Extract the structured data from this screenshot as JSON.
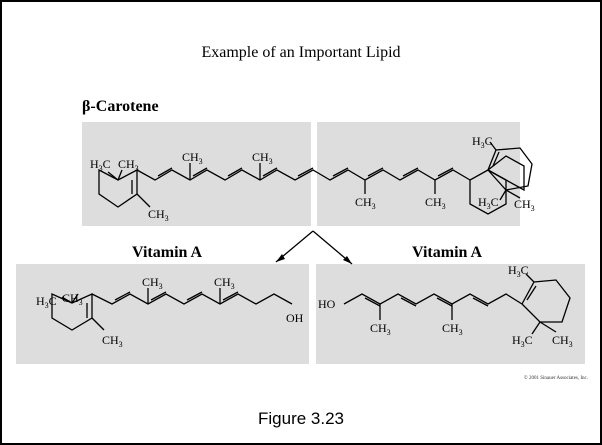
{
  "title": "Example of an Important Lipid",
  "beta_carotene": {
    "name": "β-Carotene",
    "groups": {
      "h3c_left": "H3C",
      "ch3_ring_top": "CH3",
      "ch3_ring_bottom": "CH3",
      "ch3_chain_1": "CH3",
      "ch3_chain_2": "CH3",
      "ch3_chain_3": "CH3",
      "ch3_chain_4": "CH3",
      "h3c_right_ring_top": "H3C",
      "h3c_right_ring_bottom": "H3C",
      "ch3_right_ring_bottom": "CH3"
    }
  },
  "vitamin_a_left": {
    "name": "Vitamin A",
    "groups": {
      "h3c": "H3C",
      "ch3_ring_top": "CH3",
      "ch3_ring_bottom": "CH3",
      "ch3_chain_1": "CH3",
      "ch3_chain_2": "CH3",
      "oh": "OH"
    }
  },
  "vitamin_a_right": {
    "name": "Vitamin A",
    "groups": {
      "ho": "HO",
      "ch3_chain_1": "CH3",
      "ch3_chain_2": "CH3",
      "h3c_ring_top": "H3C",
      "h3c_ring_bottom": "H3C",
      "ch3_ring_bottom": "CH3"
    }
  },
  "copyright": "© 2001 Sinauer Associates, Inc.",
  "caption": "Figure 3.23",
  "colors": {
    "panel_fill": "#dddddd",
    "frame_border": "#000000",
    "background": "#ffffff"
  }
}
